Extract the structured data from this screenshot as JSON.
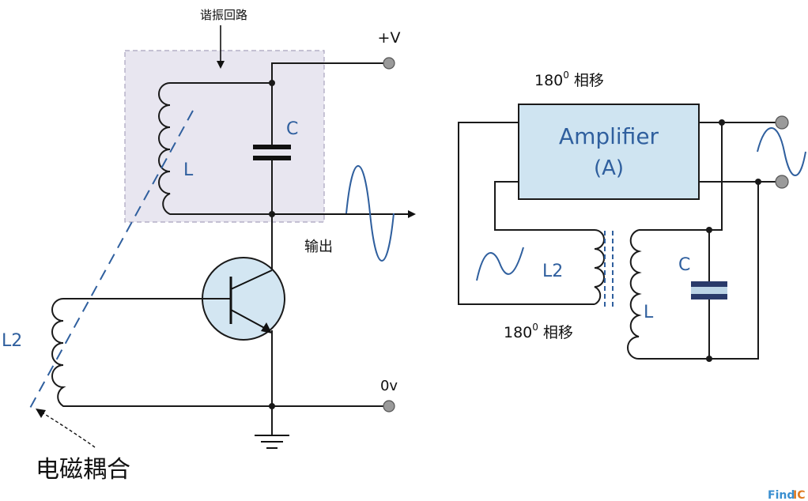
{
  "left_circuit": {
    "tank_label": "谐振回路",
    "supply_label": "+V",
    "capacitor_label": "C",
    "inductor_label": "L",
    "output_label": "输出",
    "feedback_coil_label": "L2",
    "ground_label": "0v",
    "coupling_label": "电磁耦合"
  },
  "right_circuit": {
    "top_phase": {
      "value": "180",
      "sup": "0",
      "text": "相移"
    },
    "bottom_phase": {
      "value": "180",
      "sup": "0",
      "text": "相移"
    },
    "amplifier_name": "Amplifier",
    "amplifier_symbol": "(A)",
    "transformer_primary_label": "L2",
    "transformer_secondary_label": "L",
    "capacitor_label": "C"
  },
  "watermark": {
    "text_a": "Find",
    "text_b": "IC"
  },
  "colors": {
    "tank_fill": "#e8e6f0",
    "amplifier_fill": "#cfe4f1",
    "transistor_fill": "#d3e6f2",
    "label_blue": "#2f5f9e",
    "wave_blue": "#2f5f9e",
    "watermark_a": "#3a8fd0",
    "watermark_b": "#e07a20"
  }
}
